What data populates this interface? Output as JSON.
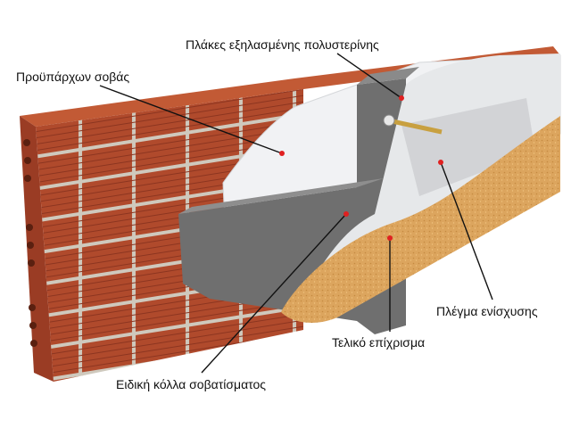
{
  "labels": {
    "existing_plaster": "Προϋπάρχων σοβάς",
    "xps_boards": "Πλάκες εξηλασμένης πολυστερίνης",
    "reinforcement_mesh": "Πλέγμα ενίσχυσης",
    "final_coating": "Τελικό επίχρισμα",
    "special_adhesive": "Ειδική κόλλα σοβατίσματος"
  },
  "colors": {
    "brick": "#a8452a",
    "mortar": "#cfc9bd",
    "insulation": "#6e6e6e",
    "adhesive": "#eef0f2",
    "plaster": "#d9a25a",
    "marker": "#e02020"
  }
}
